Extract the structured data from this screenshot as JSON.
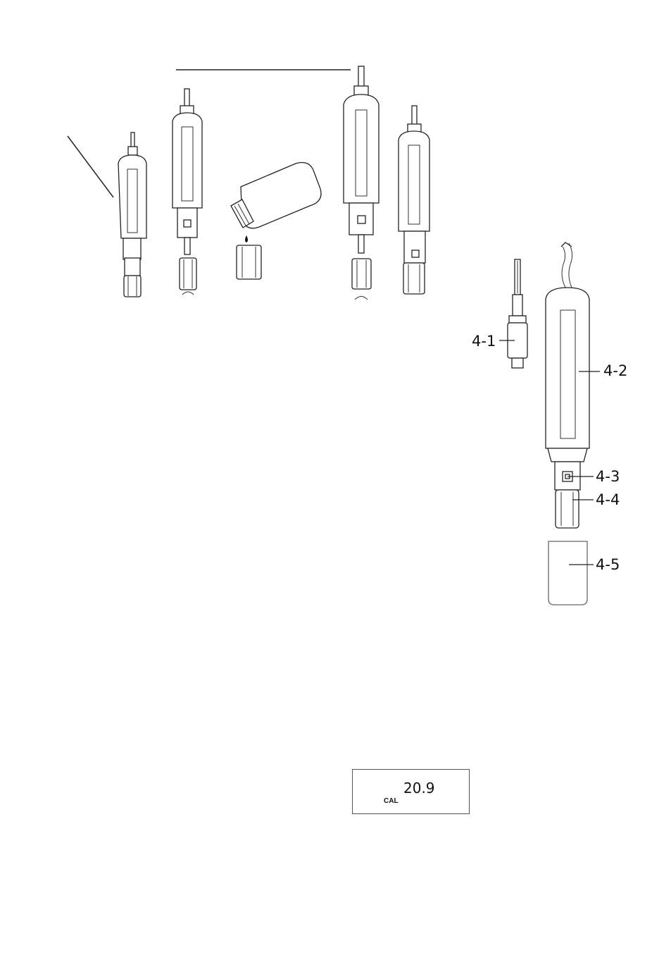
{
  "diagram": {
    "part_labels": {
      "p1": "4-1",
      "p2": "4-2",
      "p3": "4-3",
      "p4": "4-4",
      "p5": "4-5"
    }
  },
  "display": {
    "value": "20.9",
    "mode": "CAL"
  }
}
